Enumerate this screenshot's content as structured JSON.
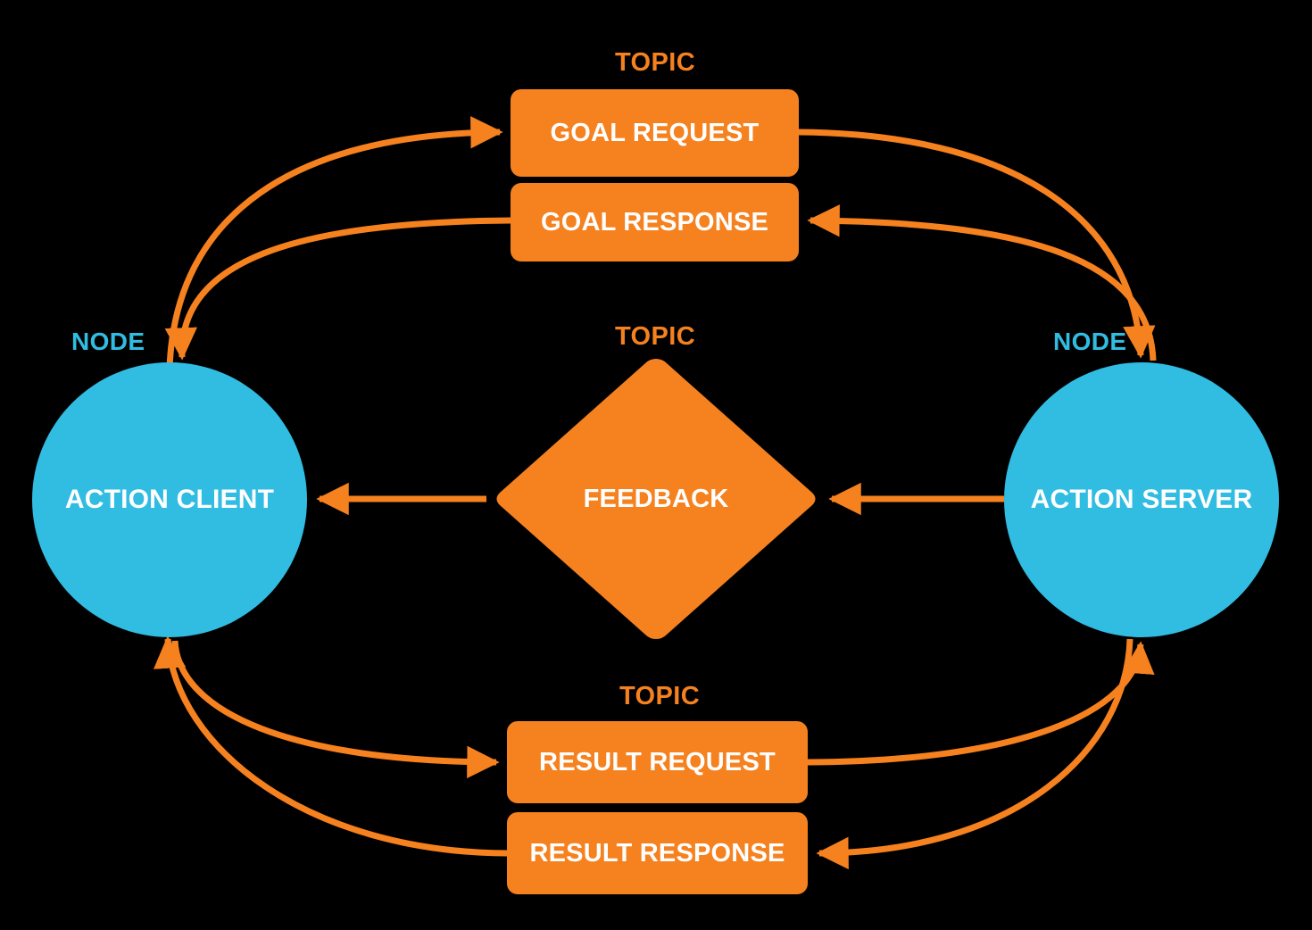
{
  "theme": {
    "background": "#000000",
    "node_color": "#31bce2",
    "topic_color": "#f5811f",
    "text_color": "#ffffff",
    "arrow_color": "#f5811f"
  },
  "nodes": {
    "client": {
      "caption": "NODE",
      "label": "ACTION CLIENT"
    },
    "server": {
      "caption": "NODE",
      "label": "ACTION SERVER"
    }
  },
  "topics": {
    "goal": {
      "caption": "TOPIC"
    },
    "feedback": {
      "caption": "TOPIC",
      "label": "FEEDBACK"
    },
    "result": {
      "caption": "TOPIC"
    }
  },
  "messages": {
    "goal_request": "GOAL REQUEST",
    "goal_response": "GOAL RESPONSE",
    "result_request": "RESULT REQUEST",
    "result_response": "RESULT RESPONSE"
  },
  "flows": [
    {
      "name": "client-to-goal-request",
      "from": "ACTION CLIENT",
      "to": "GOAL REQUEST",
      "direction": "right"
    },
    {
      "name": "goal-request-to-server",
      "from": "GOAL REQUEST",
      "to": "ACTION SERVER",
      "direction": "down"
    },
    {
      "name": "server-to-goal-response",
      "from": "ACTION SERVER",
      "to": "GOAL RESPONSE",
      "direction": "left"
    },
    {
      "name": "goal-response-to-client",
      "from": "GOAL RESPONSE",
      "to": "ACTION CLIENT",
      "direction": "down"
    },
    {
      "name": "server-to-feedback",
      "from": "ACTION SERVER",
      "to": "FEEDBACK",
      "direction": "left"
    },
    {
      "name": "feedback-to-client",
      "from": "FEEDBACK",
      "to": "ACTION CLIENT",
      "direction": "left"
    },
    {
      "name": "client-to-result-request",
      "from": "ACTION CLIENT",
      "to": "RESULT REQUEST",
      "direction": "right"
    },
    {
      "name": "result-request-to-server",
      "from": "RESULT REQUEST",
      "to": "ACTION SERVER",
      "direction": "up"
    },
    {
      "name": "server-to-result-response",
      "from": "ACTION SERVER",
      "to": "RESULT RESPONSE",
      "direction": "left"
    },
    {
      "name": "result-response-to-client",
      "from": "RESULT RESPONSE",
      "to": "ACTION CLIENT",
      "direction": "up"
    }
  ]
}
